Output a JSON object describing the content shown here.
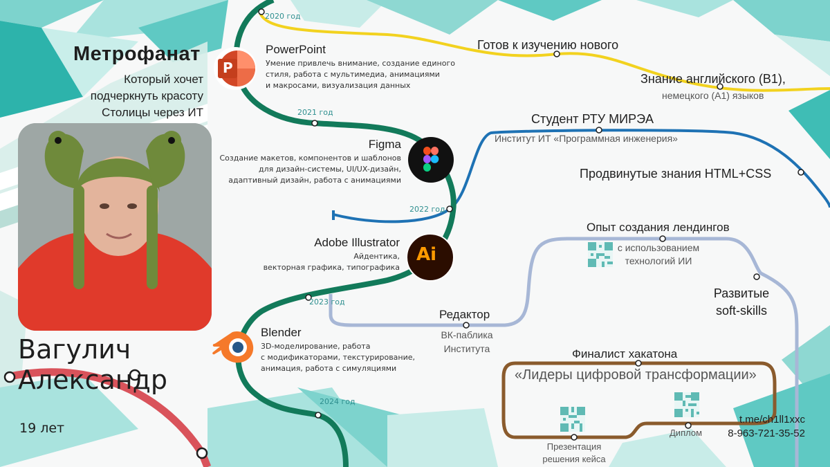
{
  "header": {
    "title": "Метрофанат",
    "subtitle_lines": [
      "Который хочет",
      "подчеркнуть красоту",
      "Столицы через ИТ"
    ]
  },
  "person": {
    "first_line": "Вагулич",
    "second_line": "Александр",
    "age": "19 лет"
  },
  "years": [
    "2020 год",
    "2021 год",
    "2022 год",
    "2023 год",
    "2024 год"
  ],
  "skills": {
    "powerpoint": {
      "title": "PowerPoint",
      "lines": [
        "Умение привлечь внимание, создание единого",
        "стиля, работа с мультимедиа, анимациями",
        "и макросами, визуализация данных"
      ]
    },
    "figma": {
      "title": "Figma",
      "lines": [
        "Создание макетов, компонентов и шаблонов",
        "для дизайн-системы, UI/UX-дизайн,",
        "адаптивный дизайн, работа с анимациями"
      ]
    },
    "illustrator": {
      "title": "Adobe Illustrator",
      "lines": [
        "Айдентика,",
        "векторная графика, типографика"
      ]
    },
    "blender": {
      "title": "Blender",
      "lines": [
        "3D-моделирование, работа",
        "с модификаторами, текстурирование,",
        "анимация, работа с симуляциями"
      ]
    }
  },
  "icons": {
    "powerpoint_letter": "P",
    "illustrator_letters": "Ai"
  },
  "yellow_line": {
    "item1": "Готов к изучению нового",
    "item2_title": "Знание английского (B1),",
    "item2_sub": "немецкого (A1) языков"
  },
  "blue_line": {
    "title": "Студент РТУ МИРЭА",
    "sub": "Институт ИТ «Программная инженерия»",
    "item2": "Продвинутые знания HTML+CSS"
  },
  "lightblue_line": {
    "landing_title": "Опыт создания лендингов",
    "landing_sub_lines": [
      "с использованием",
      "технологий ИИ"
    ],
    "soft_lines": [
      "Развитые",
      "soft-skills"
    ],
    "editor_title": "Редактор",
    "editor_sub_lines": [
      "ВК-паблика",
      "Института"
    ]
  },
  "brown_line": {
    "title": "Финалист хакатона",
    "name": "«Лидеры цифровой трансформации»",
    "case_lines": [
      "Презентация",
      "решения кейса"
    ],
    "diploma": "Диплом"
  },
  "contacts": {
    "telegram": "t.me/ch1ll1xxc",
    "phone": "8-963-721-35-52"
  },
  "colors": {
    "green": "#127a5a",
    "yellow": "#f2d21f",
    "blue": "#1e72b4",
    "lightblue": "#a7b7d6",
    "brown": "#8a5b2d",
    "red": "#d9535b",
    "teal": "#5fc9c3"
  }
}
